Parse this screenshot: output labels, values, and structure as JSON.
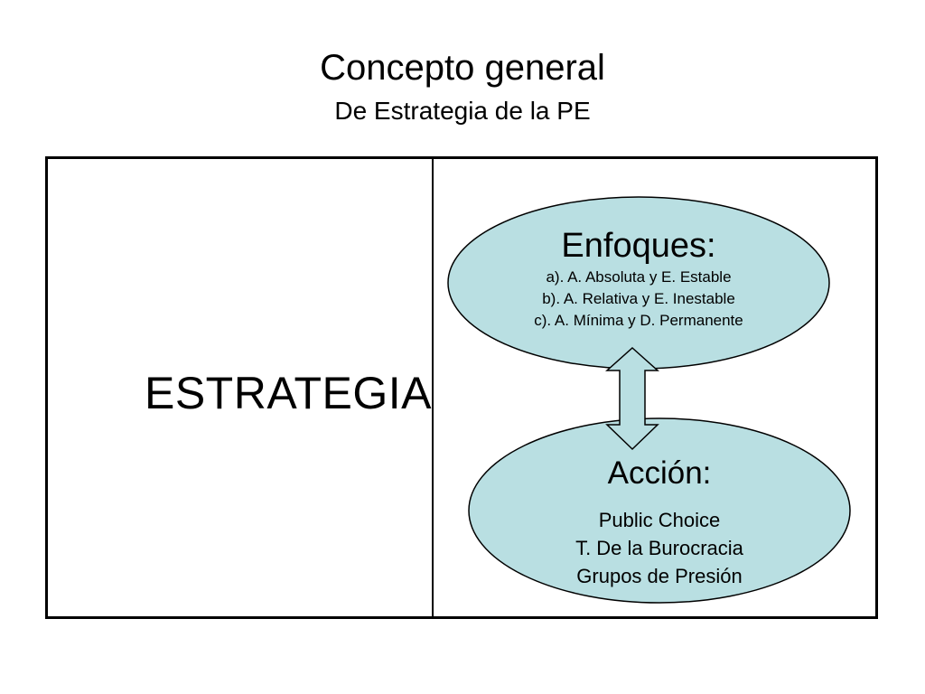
{
  "slide": {
    "title": "Concepto general",
    "subtitle": "De Estrategia de la PE",
    "left_label": "ESTRATEGIA"
  },
  "enfoques": {
    "heading": "Enfoques:",
    "items": [
      "a). A. Absoluta y E. Estable",
      "b). A. Relativa y E. Inestable",
      "c). A. Mínima y D. Permanente"
    ]
  },
  "accion": {
    "heading": "Acción:",
    "items": [
      "Public Choice",
      "T. De la Burocracia",
      "Grupos de Presión"
    ]
  },
  "colors": {
    "ellipse_fill": "#b9dfe2",
    "arrow_fill": "#b9dfe2",
    "stroke": "#000000"
  }
}
